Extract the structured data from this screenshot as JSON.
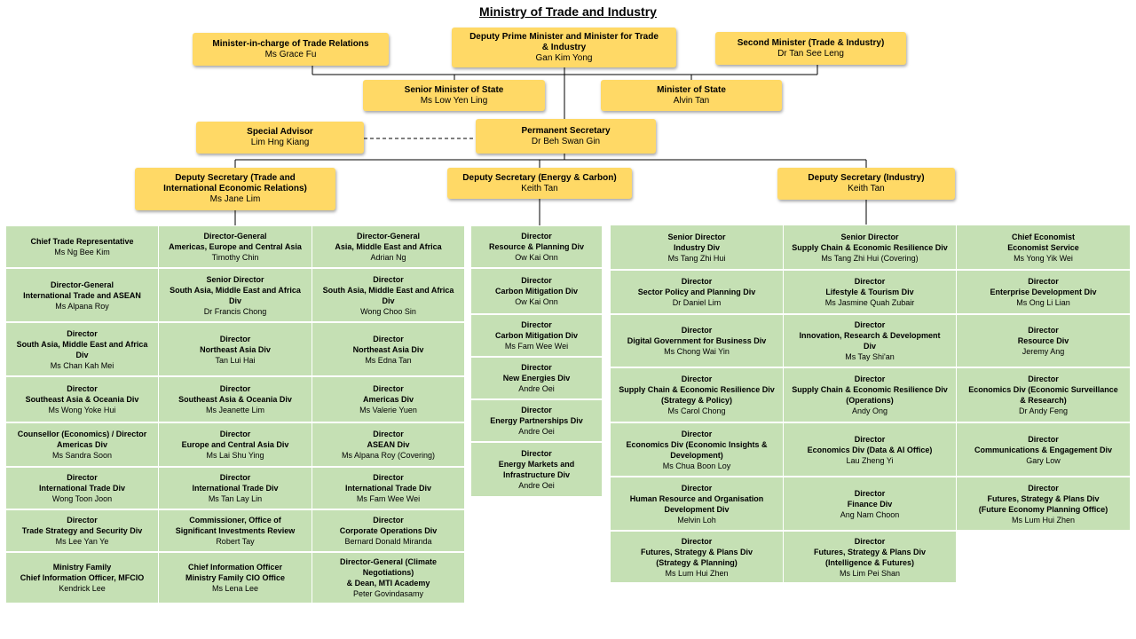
{
  "title": "Ministry of Trade and Industry",
  "top_boxes": {
    "minister_trade_relations": {
      "role": [
        "Minister-in-charge of Trade Relations"
      ],
      "name": "Ms Grace Fu"
    },
    "deputy_pm": {
      "role": [
        "Deputy Prime Minister and Minister for Trade",
        "& Industry"
      ],
      "name": "Gan Kim Yong"
    },
    "second_minister": {
      "role": [
        "Second Minister (Trade & Industry)"
      ],
      "name": "Dr Tan See Leng"
    },
    "senior_minister_state": {
      "role": [
        "Senior Minister of State"
      ],
      "name": "Ms Low Yen Ling"
    },
    "minister_state": {
      "role": [
        "Minister of State"
      ],
      "name": "Alvin Tan"
    },
    "special_advisor": {
      "role": [
        "Special Advisor"
      ],
      "name": "Lim Hng Kiang"
    },
    "permanent_secretary": {
      "role": [
        "Permanent Secretary"
      ],
      "name": "Dr Beh Swan Gin"
    },
    "ds_trade": {
      "role": [
        "Deputy Secretary (Trade and",
        "International Economic Relations)"
      ],
      "name": "Ms Jane Lim"
    },
    "ds_energy": {
      "role": [
        "Deputy Secretary (Energy & Carbon)"
      ],
      "name": "Keith Tan"
    },
    "ds_industry": {
      "role": [
        "Deputy Secretary (Industry)"
      ],
      "name": "Keith Tan"
    }
  },
  "columns": [
    [
      {
        "lines": [
          "Chief Trade Representative"
        ],
        "name": "Ms Ng Bee Kim"
      },
      {
        "lines": [
          "Director-General",
          "International Trade and ASEAN"
        ],
        "name": "Ms Alpana Roy"
      },
      {
        "lines": [
          "Director",
          "South Asia, Middle East and Africa",
          "Div"
        ],
        "name": "Ms Chan Kah Mei"
      },
      {
        "lines": [
          "Director",
          "Southeast Asia & Oceania Div"
        ],
        "name": "Ms Wong Yoke Hui"
      },
      {
        "lines": [
          "Counsellor (Economics) / Director",
          "Americas Div"
        ],
        "name": "Ms Sandra Soon"
      },
      {
        "lines": [
          "Director",
          "International Trade Div"
        ],
        "name": "Wong Toon Joon"
      },
      {
        "lines": [
          "Director",
          "Trade Strategy and Security Div"
        ],
        "name": "Ms Lee Yan Ye"
      },
      {
        "lines": [
          "Ministry Family",
          "Chief Information Officer, MFCIO"
        ],
        "name": "Kendrick Lee"
      }
    ],
    [
      {
        "lines": [
          "Director-General",
          "Americas, Europe and Central Asia"
        ],
        "name": "Timothy Chin"
      },
      {
        "lines": [
          "Senior Director",
          "South Asia, Middle East and Africa",
          "Div"
        ],
        "name": "Dr Francis Chong"
      },
      {
        "lines": [
          "Director",
          "Northeast Asia Div"
        ],
        "name": "Tan Lui Hai"
      },
      {
        "lines": [
          "Director",
          "Southeast Asia & Oceania Div"
        ],
        "name": "Ms Jeanette Lim"
      },
      {
        "lines": [
          "Director",
          "Europe and Central Asia Div"
        ],
        "name": "Ms Lai Shu Ying"
      },
      {
        "lines": [
          "Director",
          "International Trade Div"
        ],
        "name": "Ms Tan Lay Lin"
      },
      {
        "lines": [
          "Commissioner, Office of",
          "Significant Investments Review"
        ],
        "name": "Robert Tay"
      },
      {
        "lines": [
          "Chief Information Officer",
          "Ministry Family CIO Office"
        ],
        "name": "Ms Lena Lee"
      }
    ],
    [
      {
        "lines": [
          "Director-General",
          "Asia, Middle East and Africa"
        ],
        "name": "Adrian Ng"
      },
      {
        "lines": [
          "Director",
          "South Asia, Middle East and Africa",
          "Div"
        ],
        "name": "Wong Choo Sin"
      },
      {
        "lines": [
          "Director",
          "Northeast Asia Div"
        ],
        "name": "Ms Edna Tan"
      },
      {
        "lines": [
          "Director",
          "Americas Div"
        ],
        "name": "Ms Valerie Yuen"
      },
      {
        "lines": [
          "Director",
          "ASEAN Div"
        ],
        "name": "Ms Alpana Roy (Covering)"
      },
      {
        "lines": [
          "Director",
          "International Trade Div"
        ],
        "name": "Ms Fam Wee Wei"
      },
      {
        "lines": [
          "Director",
          "Corporate Operations Div"
        ],
        "name": "Bernard Donald Miranda"
      },
      {
        "lines": [
          "Director-General (Climate",
          "Negotiations)",
          "& Dean, MTI Academy"
        ],
        "name": "Peter Govindasamy"
      }
    ],
    [
      {
        "lines": [
          "Director",
          "Resource & Planning Div"
        ],
        "name": "Ow Kai Onn"
      },
      {
        "lines": [
          "Director",
          "Carbon Mitigation Div"
        ],
        "name": "Ow Kai Onn"
      },
      {
        "lines": [
          "Director",
          "Carbon Mitigation Div"
        ],
        "name": "Ms Fam Wee Wei"
      },
      {
        "lines": [
          "Director",
          "New Energies Div"
        ],
        "name": "Andre Oei"
      },
      {
        "lines": [
          "Director",
          "Energy Partnerships Div"
        ],
        "name": "Andre Oei"
      },
      {
        "lines": [
          "Director",
          "Energy Markets and",
          "Infrastructure Div"
        ],
        "name": "Andre Oei"
      }
    ],
    [
      {
        "lines": [
          "Senior Director",
          "Industry Div"
        ],
        "name": "Ms Tang Zhi Hui"
      },
      {
        "lines": [
          "Director",
          "Sector Policy and Planning Div"
        ],
        "name": "Dr Daniel Lim"
      },
      {
        "lines": [
          "Director",
          "Digital Government for Business Div"
        ],
        "name": "Ms Chong Wai Yin"
      },
      {
        "lines": [
          "Director",
          "Supply Chain & Economic Resilience Div",
          "(Strategy & Policy)"
        ],
        "name": "Ms Carol Chong"
      },
      {
        "lines": [
          "Director",
          "Economics Div (Economic Insights &",
          "Development)"
        ],
        "name": "Ms Chua Boon Loy"
      },
      {
        "lines": [
          "Director",
          "Human Resource and Organisation",
          "Development Div"
        ],
        "name": "Melvin Loh"
      },
      {
        "lines": [
          "Director",
          "Futures, Strategy & Plans Div",
          "(Strategy & Planning)"
        ],
        "name": "Ms Lum Hui Zhen"
      }
    ],
    [
      {
        "lines": [
          "Senior Director",
          "Supply Chain & Economic Resilience Div"
        ],
        "name": "Ms Tang Zhi Hui (Covering)"
      },
      {
        "lines": [
          "Director",
          "Lifestyle & Tourism Div"
        ],
        "name": "Ms Jasmine Quah Zubair"
      },
      {
        "lines": [
          "Director",
          "Innovation, Research & Development",
          "Div"
        ],
        "name": "Ms Tay Shi'an"
      },
      {
        "lines": [
          "Director",
          "Supply Chain & Economic Resilience Div",
          "(Operations)"
        ],
        "name": "Andy Ong"
      },
      {
        "lines": [
          "Director",
          "Economics Div (Data & AI Office)"
        ],
        "name": "Lau Zheng Yi"
      },
      {
        "lines": [
          "Director",
          "Finance Div"
        ],
        "name": "Ang Nam Choon"
      },
      {
        "lines": [
          "Director",
          "Futures, Strategy & Plans Div",
          "(Intelligence & Futures)"
        ],
        "name": "Ms Lim Pei Shan"
      }
    ],
    [
      {
        "lines": [
          "Chief Economist",
          "Economist Service"
        ],
        "name": "Ms Yong Yik Wei"
      },
      {
        "lines": [
          "Director",
          "Enterprise Development Div"
        ],
        "name": "Ms Ong Li Lian"
      },
      {
        "lines": [
          "Director",
          "Resource Div"
        ],
        "name": "Jeremy Ang"
      },
      {
        "lines": [
          "Director",
          "Economics Div (Economic Surveillance",
          "& Research)"
        ],
        "name": "Dr Andy Feng"
      },
      {
        "lines": [
          "Director",
          "Communications & Engagement Div"
        ],
        "name": "Gary Low"
      },
      {
        "lines": [
          "Director",
          "Futures, Strategy & Plans Div",
          "(Future Economy Planning Office)"
        ],
        "name": "Ms Lum Hui Zhen"
      }
    ]
  ]
}
